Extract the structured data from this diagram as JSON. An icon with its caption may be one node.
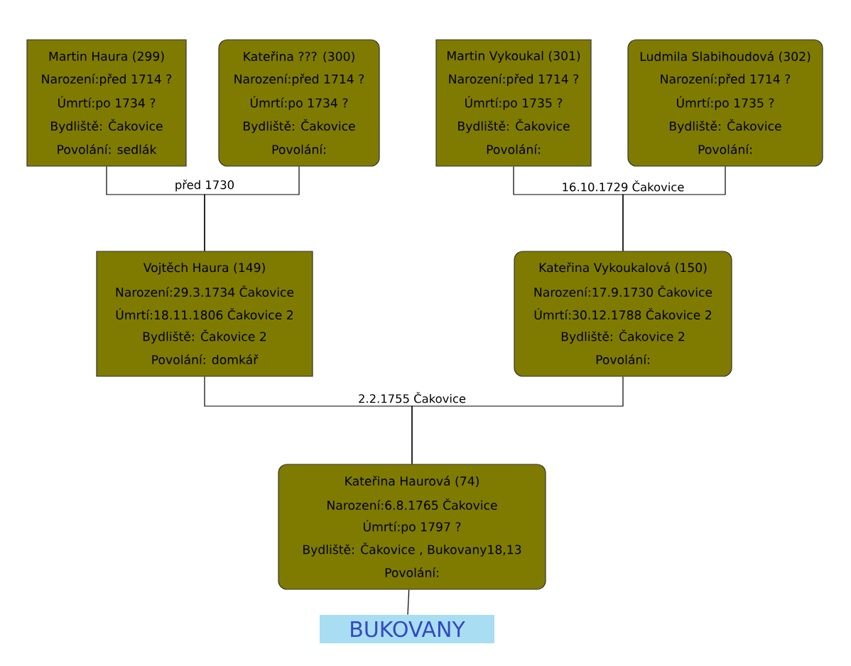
{
  "diagram": {
    "nodes": [
      {
        "text": [
          "Martin  Haura (299)",
          "Narození:před 1714 ?",
          "Úmrtí:po 1734  ?",
          "Bydliště: Čakovice",
          "Povolání: sedlák"
        ]
      },
      {
        "text": [
          "Kateřina ??? (300)",
          "Narození:před 1714 ?",
          "Úmrtí:po 1734  ?",
          "Bydliště: Čakovice",
          "Povolání:"
        ]
      },
      {
        "text": [
          "Martin Vykoukal (301)",
          "Narození:před 1714 ?",
          "Úmrtí:po 1735  ?",
          "Bydliště: Čakovice",
          "Povolání:"
        ]
      },
      {
        "text": [
          "Ludmila Slabihoudová (302)",
          "Narození:před 1714 ?",
          "Úmrtí:po 1735  ?",
          "Bydliště: Čakovice",
          "Povolání:"
        ]
      },
      {
        "text": [
          "Vojtěch Haura (149)",
          "Narození:29.3.1734 Čakovice",
          "Úmrtí:18.11.1806  Čakovice 2",
          "Bydliště: Čakovice 2",
          "Povolání: domkář"
        ]
      },
      {
        "text": [
          "Kateřina Vykoukalová (150)",
          "Narození:17.9.1730 Čakovice",
          "Úmrtí:30.12.1788  Čakovice 2",
          "Bydliště: Čakovice 2",
          "Povolání:"
        ]
      },
      {
        "text": [
          "Kateřina Haurová (74)",
          "Narození:6.8.1765 Čakovice",
          "Úmrtí:po 1797  ?",
          "Bydliště: Čakovice   , Bukovany18,13",
          "Povolání:"
        ]
      },
      {
        "text": [
          "BUKOVANY"
        ]
      }
    ],
    "edges": [
      {
        "from": 0,
        "to": 4,
        "arrow": "none",
        "label": "před 1730"
      },
      {
        "from": 1,
        "to": 4,
        "arrow": "none"
      },
      {
        "from": 2,
        "to": 5,
        "arrow": "none",
        "label": "16.10.1729  Čakovice"
      },
      {
        "from": 3,
        "to": 5,
        "arrow": "none"
      },
      {
        "from": 4,
        "to": 6,
        "arrow": "none",
        "label": "2.2.1755   Čakovice"
      },
      {
        "from": 5,
        "to": 6,
        "arrow": "none"
      },
      {
        "from": 6,
        "to": 7,
        "arrow": "none"
      }
    ]
  }
}
